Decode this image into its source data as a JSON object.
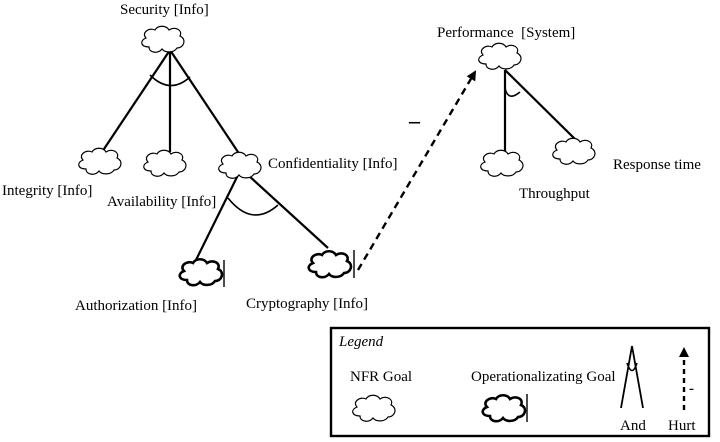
{
  "nodes": {
    "security": "Security [Info]",
    "integrity": "Integrity [Info]",
    "availability": "Availability [Info]",
    "confidentiality": "Confidentiality [Info]",
    "authorization": "Authorization [Info]",
    "cryptography": "Cryptography [Info]",
    "performance": "Performance  [System]",
    "response_time": "Response time",
    "throughput": "Throughput"
  },
  "hurt_mark": "–",
  "legend": {
    "title": "Legend",
    "nfr_goal": "NFR Goal",
    "operationalizing_goal": "Operationalizating Goal",
    "and": "And",
    "hurt": "Hurt",
    "hurt_mark": "-"
  }
}
